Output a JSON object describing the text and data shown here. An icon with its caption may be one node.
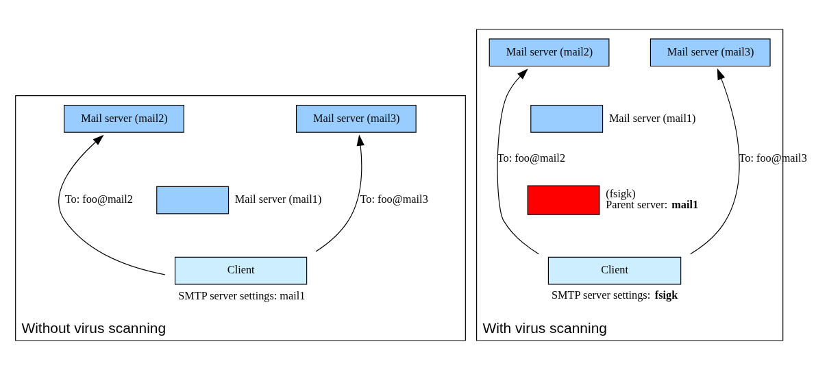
{
  "diagram": {
    "nodes": [
      {
        "text": [
          "Without virus scanning"
        ]
      },
      {
        "text": [
          "Mail server (mail2)"
        ],
        "in": 0
      },
      {
        "text": [
          "Mail server (mail3)"
        ],
        "in": 0
      },
      {
        "text": [],
        "shape": "box",
        "in": 0,
        "beside": [
          "Mail server (mail1)"
        ]
      },
      {
        "text": [
          "Client"
        ],
        "in": 0,
        "beside": [
          "SMTP server settings: mail1"
        ]
      },
      {
        "text": [
          "With virus scanning"
        ]
      },
      {
        "text": [
          "Mail server (mail2)"
        ],
        "in": 5
      },
      {
        "text": [
          "Mail server (mail3)"
        ],
        "in": 5
      },
      {
        "text": [],
        "shape": "box",
        "in": 5,
        "beside": [
          "Mail server (mail1)"
        ]
      },
      {
        "text": [],
        "shape": "box",
        "in": 5,
        "beside": [
          "(fsigk)",
          "Parent server: **mail1**"
        ]
      },
      {
        "text": [
          "Client"
        ],
        "in": 5,
        "beside": [
          "SMTP server settings: **fsigk**"
        ]
      }
    ],
    "edges": [
      {
        "from": 4,
        "to": 1,
        "arrow": "to",
        "label": "To: foo@mail2"
      },
      {
        "from": 4,
        "to": 2,
        "arrow": "to",
        "label": "To: foo@mail3"
      },
      {
        "from": 10,
        "to": 6,
        "arrow": "to",
        "label": "To: foo@mail2"
      },
      {
        "from": 10,
        "to": 7,
        "arrow": "to",
        "label": "To: foo@mail3"
      }
    ]
  }
}
